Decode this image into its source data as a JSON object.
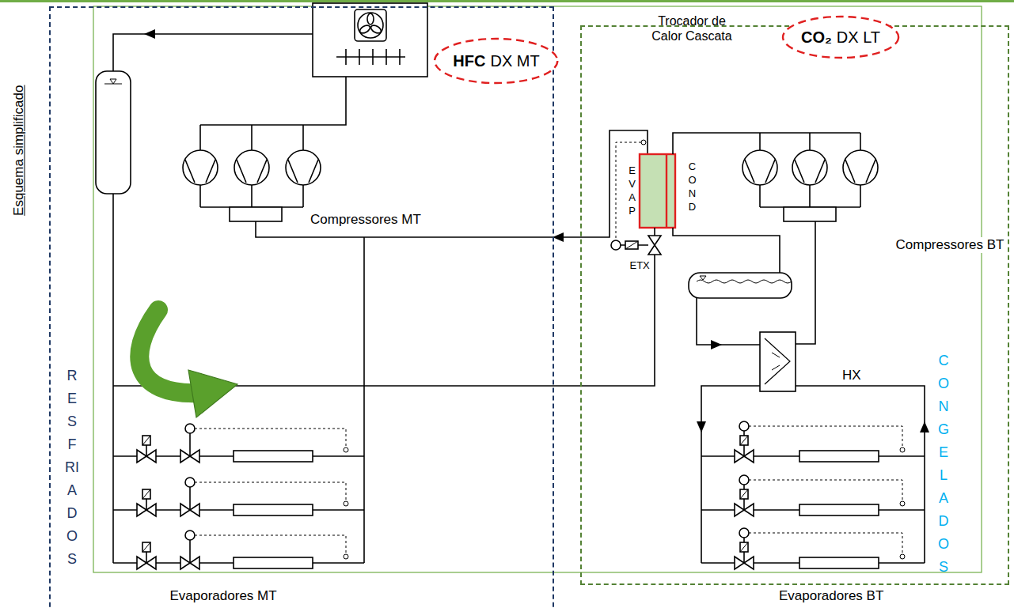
{
  "diagram": {
    "nodes": [
      {
        "text": [
          "RESFRIADOS"
        ]
      },
      {
        "text": [
          "HFC",
          "DX MT"
        ],
        "in": 0
      },
      {
        "text": [
          "CONGELADOS"
        ]
      },
      {
        "text": [
          "CO₂",
          "DX LT"
        ],
        "in": 2
      },
      {
        "text": [
          "Trocador de Calor Cascata",
          "EVAP",
          "COND"
        ],
        "in": 2
      }
    ],
    "labels": [
      "Esquema simplificado",
      "Compressores MT",
      "ETX",
      "Compressores BT",
      "HX",
      "Evaporadores MT",
      "Evaporadores BT"
    ]
  }
}
